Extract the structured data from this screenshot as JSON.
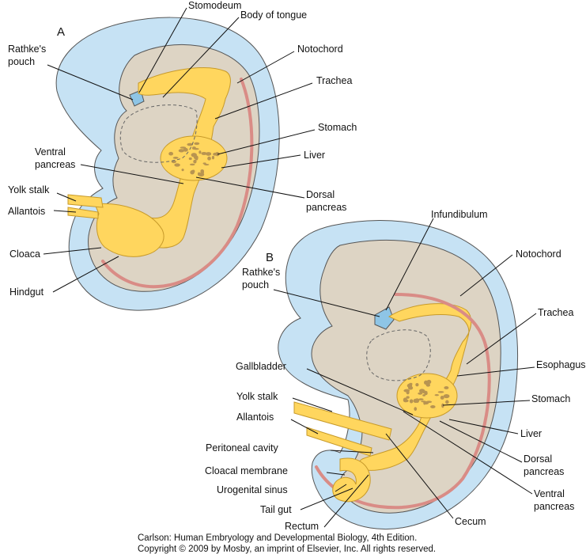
{
  "colors": {
    "body": "#ddd4c4",
    "amnion": "#c6e2f4",
    "gut": "#ffd65e",
    "gut_outline": "#c79a2a",
    "notochord": "#d98c86",
    "liver_spot": "#b89450",
    "pouch": "#8ec5e6",
    "outline": "#555555"
  },
  "panel_a": {
    "letter": "A",
    "labels": {
      "stomodeum": "Stomodeum",
      "body_of_tongue": "Body of tongue",
      "rathkes_pouch": [
        "Rathke's",
        "pouch"
      ],
      "notochord": "Notochord",
      "trachea": "Trachea",
      "stomach": "Stomach",
      "ventral_pancreas": [
        "Ventral",
        "pancreas"
      ],
      "liver": "Liver",
      "yolk_stalk": "Yolk stalk",
      "dorsal_pancreas": [
        "Dorsal",
        "pancreas"
      ],
      "allantois": "Allantois",
      "cloaca": "Cloaca",
      "hindgut": "Hindgut"
    }
  },
  "panel_b": {
    "letter": "B",
    "labels": {
      "infundibulum": "Infundibulum",
      "notochord": "Notochord",
      "rathkes_pouch": [
        "Rathke's",
        "pouch"
      ],
      "trachea": "Trachea",
      "gallbladder": "Gallbladder",
      "esophagus": "Esophagus",
      "yolk_stalk": "Yolk stalk",
      "stomach": "Stomach",
      "allantois": "Allantois",
      "liver": "Liver",
      "peritoneal_cavity": "Peritoneal cavity",
      "dorsal_pancreas": [
        "Dorsal",
        "pancreas"
      ],
      "cloacal_membrane": "Cloacal membrane",
      "urogenital_sinus": "Urogenital sinus",
      "ventral_pancreas": [
        "Ventral",
        "pancreas"
      ],
      "tail_gut": "Tail gut",
      "cecum": "Cecum",
      "rectum": "Rectum"
    }
  },
  "credit": {
    "line1": "Carlson: Human Embryology and Developmental Biology, 4th Edition.",
    "line2": "Copyright © 2009 by Mosby, an imprint of Elsevier, Inc. All rights reserved."
  }
}
